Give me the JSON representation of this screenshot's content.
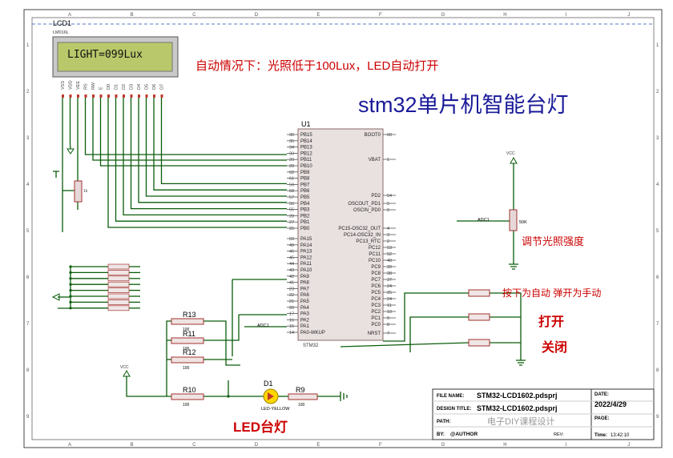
{
  "ruler": {
    "top": [
      "A",
      "B",
      "C",
      "D",
      "E",
      "F",
      "G",
      "H",
      "I",
      "J"
    ],
    "side": [
      "1",
      "2",
      "3",
      "4",
      "5",
      "6",
      "7",
      "8",
      "9"
    ]
  },
  "lcd": {
    "ref": "LCD1",
    "part": "LM016L",
    "text": "LIGHT=099Lux",
    "pins": [
      "VSS",
      "VDD",
      "VEE",
      "RS",
      "RW",
      "E",
      "D0",
      "D1",
      "D2",
      "D3",
      "D4",
      "D5",
      "D6",
      "D7"
    ]
  },
  "notes": {
    "auto_mode": "自动情况下：光照低于100Lux，LED自动打开",
    "title": "stm32单片机智能台灯",
    "pot_label": "调节光照强度",
    "switch_auto": "按下为自动 弹开为手动",
    "on": "打开",
    "off": "关闭",
    "led_lamp": "LED台灯"
  },
  "mcu": {
    "ref": "U1",
    "part": "STM32",
    "left_pins": [
      {
        "num": "36",
        "name": "PB15"
      },
      {
        "num": "35",
        "name": "PB14"
      },
      {
        "num": "34",
        "name": "PB13"
      },
      {
        "num": "33",
        "name": "PB12"
      },
      {
        "num": "29",
        "name": "PB11"
      },
      {
        "num": "28",
        "name": "PB10"
      },
      {
        "num": "62",
        "name": "PB9"
      },
      {
        "num": "61",
        "name": "PB8"
      },
      {
        "num": "59",
        "name": "PB7"
      },
      {
        "num": "58",
        "name": "PB6"
      },
      {
        "num": "57",
        "name": "PB5"
      },
      {
        "num": "56",
        "name": "PB4"
      },
      {
        "num": "55",
        "name": "PB3"
      },
      {
        "num": "28",
        "name": "PB2"
      },
      {
        "num": "27",
        "name": "PB1"
      },
      {
        "num": "26",
        "name": "PB0"
      },
      {
        "num": "50",
        "name": "PA15"
      },
      {
        "num": "49",
        "name": "PA14"
      },
      {
        "num": "46",
        "name": "PA13"
      },
      {
        "num": "45",
        "name": "PA12"
      },
      {
        "num": "44",
        "name": "PA11"
      },
      {
        "num": "43",
        "name": "PA10"
      },
      {
        "num": "42",
        "name": "PA9"
      },
      {
        "num": "41",
        "name": "PA8"
      },
      {
        "num": "23",
        "name": "PA7"
      },
      {
        "num": "22",
        "name": "PA6"
      },
      {
        "num": "21",
        "name": "PA5"
      },
      {
        "num": "20",
        "name": "PA4"
      },
      {
        "num": "17",
        "name": "PA3"
      },
      {
        "num": "16",
        "name": "PA2"
      },
      {
        "num": "15",
        "name": "PA1"
      },
      {
        "num": "14",
        "name": "PA0-WKUP"
      }
    ],
    "right_pins": [
      {
        "num": "60",
        "name": "BOOT0"
      },
      {
        "num": "1",
        "name": "VBAT"
      },
      {
        "num": "54",
        "name": "PD2"
      },
      {
        "num": "5",
        "name": "OSCOUT_PD1"
      },
      {
        "num": "6",
        "name": "OSCIN_PD0"
      },
      {
        "num": "4",
        "name": "PC15-OSC32_OUT"
      },
      {
        "num": "3",
        "name": "PC14-OSC32_IN"
      },
      {
        "num": "2",
        "name": "PC13_RTC"
      },
      {
        "num": "53",
        "name": "PC12"
      },
      {
        "num": "52",
        "name": "PC11"
      },
      {
        "num": "40",
        "name": "PC10"
      },
      {
        "num": "39",
        "name": "PC9"
      },
      {
        "num": "38",
        "name": "PC8"
      },
      {
        "num": "37",
        "name": "PC7"
      },
      {
        "num": "24",
        "name": "PC6"
      },
      {
        "num": "25",
        "name": "PC5"
      },
      {
        "num": "24",
        "name": "PC4"
      },
      {
        "num": "11",
        "name": "PC3"
      },
      {
        "num": "10",
        "name": "PC2"
      },
      {
        "num": "9",
        "name": "PC1"
      },
      {
        "num": "8",
        "name": "PC0"
      },
      {
        "num": "7",
        "name": "NRST"
      }
    ]
  },
  "parts": {
    "r13": "R13",
    "r11": "R11",
    "r12": "R12",
    "r10": "R10",
    "r9": "R9",
    "d1": "D1",
    "d1_part": "LED-YELLOW",
    "r_value": "100",
    "adc1": "ADC1",
    "pot_value": "50K",
    "pot_value2": "1k",
    "vcc": "VCC"
  },
  "title_block": {
    "file_name_label": "FILE NAME:",
    "file_name": "STM32-LCD1602.pdsprj",
    "design_title_label": "DESIGN TITLE:",
    "design_title": "STM32-LCD1602.pdsprj",
    "path_label": "PATH:",
    "by_label": "BY:",
    "by": "@AUTHOR",
    "date_label": "DATE:",
    "date": "2022/4/29",
    "page_label": "PAGE:",
    "time_label": "Time:",
    "time": "13:42:10",
    "rev_label": "REV:",
    "watermark": "电子DIY课程设计"
  },
  "colors": {
    "wire": "#0a5c0a",
    "component": "#a0332f",
    "lcd_bg": "#b9c86a",
    "text_red": "#cc0000",
    "title_blue": "#1a1a99"
  }
}
